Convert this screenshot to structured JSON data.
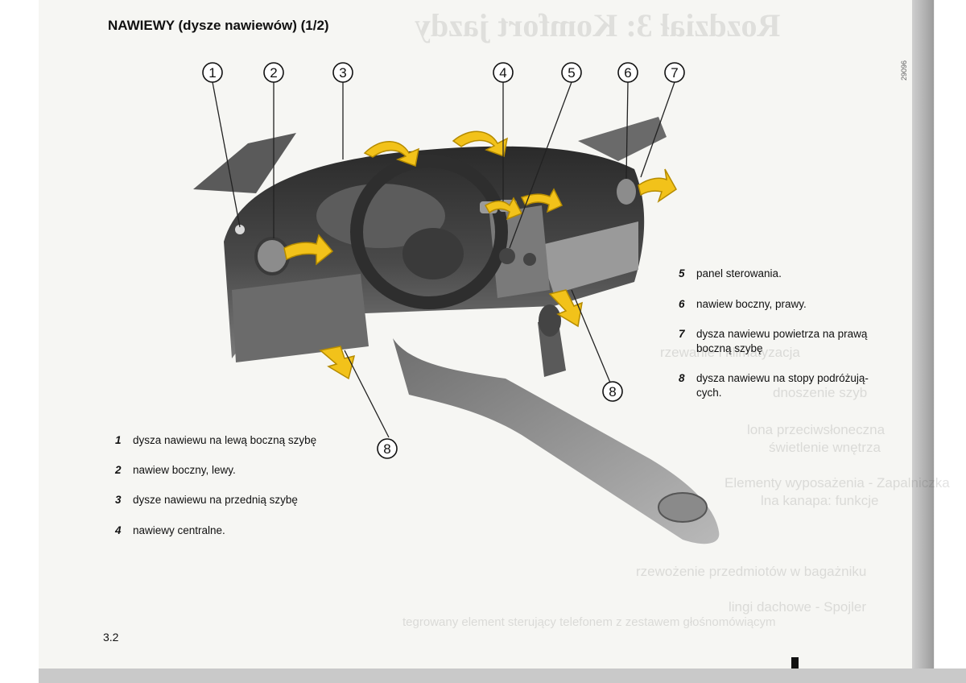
{
  "page": {
    "title": "NAWIEWY (dysze nawiewów) (1/2)",
    "page_number": "3.2",
    "side_code": "29096"
  },
  "bleed_through": {
    "heading": "Rozdział 3: Komfort jazdy",
    "lines": [
      "rzewanie i klimatyzacja",
      "dnoszenie szyb",
      "lona przeciwsłoneczna",
      "świetlenie wnętrza",
      "Elementy wyposażenia - Zapalniczka",
      "lna kanapa: funkcje",
      "rzewożenie przedmiotów w bagażniku",
      "lingi dachowe - Spojler",
      "tegrowany element sterujący telefonem z zestawem głośnomówiącym"
    ]
  },
  "callouts": [
    "1",
    "2",
    "3",
    "4",
    "5",
    "6",
    "7",
    "8",
    "8"
  ],
  "legend_left": [
    {
      "num": "1",
      "text": "dysza nawiewu na lewą boczną szybę"
    },
    {
      "num": "2",
      "text": "nawiew boczny, lewy."
    },
    {
      "num": "3",
      "text": "dysze nawiewu na przednią szybę"
    },
    {
      "num": "4",
      "text": "nawiewy centralne."
    }
  ],
  "legend_right": [
    {
      "num": "5",
      "text": "panel sterowania."
    },
    {
      "num": "6",
      "text": "nawiew boczny, prawy."
    },
    {
      "num": "7",
      "text": "dysza nawiewu powietrza na prawą",
      "text2": "boczną szybę"
    },
    {
      "num": "8",
      "text": "dysza nawiewu na stopy podróżują-",
      "text2": "cych."
    }
  ],
  "colors": {
    "arrow": "#f2c21a",
    "arrow_outline": "#b58b00",
    "dashboard": "#3a3a3a"
  }
}
